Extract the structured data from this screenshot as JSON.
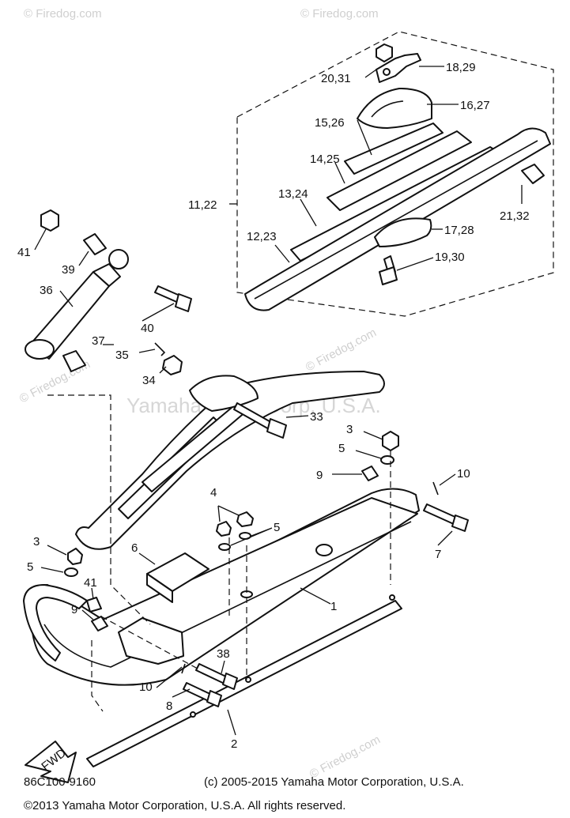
{
  "watermarks": {
    "site": "© Firedog.com",
    "center": "Yamaha Motor Corp, U.S.A."
  },
  "callouts": {
    "c1829": "18,29",
    "c2031": "20,31",
    "c1627": "16,27",
    "c1526": "15,26",
    "c1425": "14,25",
    "c1122": "11,22",
    "c1324": "13,24",
    "c2132": "21,32",
    "c1728": "17,28",
    "c1223": "12,23",
    "c1930": "19,30",
    "c41a": "41",
    "c39": "39",
    "c36": "36",
    "c40": "40",
    "c37": "37",
    "c35": "35",
    "c34": "34",
    "c33": "33",
    "c3a": "3",
    "c5a": "5",
    "c9a": "9",
    "c10a": "10",
    "c4": "4",
    "c5b": "5",
    "c7": "7",
    "c3b": "3",
    "c6": "6",
    "c5c": "5",
    "c1": "1",
    "c41b": "41",
    "c9b": "9",
    "c38": "38",
    "c10b": "10",
    "c8": "8",
    "c2": "2"
  },
  "arrow_label": "FWD",
  "diagram_code": "86C100-9160",
  "small_copyright": "(c) 2005-2015 Yamaha Motor Corporation, U.S.A.",
  "footer_copyright": "©2013 Yamaha Motor Corporation, U.S.A. All rights reserved."
}
